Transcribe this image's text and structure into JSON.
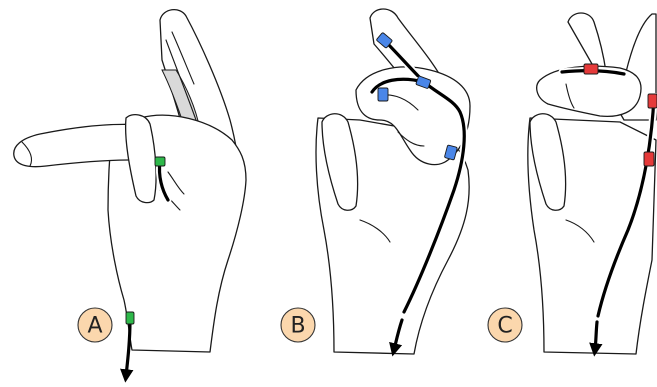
{
  "panels": [
    {
      "id": "A",
      "label": "A",
      "sensor_color": "#2eb84a"
    },
    {
      "id": "B",
      "label": "B",
      "sensor_color": "#4a86e8"
    },
    {
      "id": "C",
      "label": "C",
      "sensor_color": "#e53a3a"
    }
  ],
  "colors": {
    "badge_fill": "#fbd7ad",
    "outline": "#1a1a1a",
    "cable": "#000000"
  }
}
